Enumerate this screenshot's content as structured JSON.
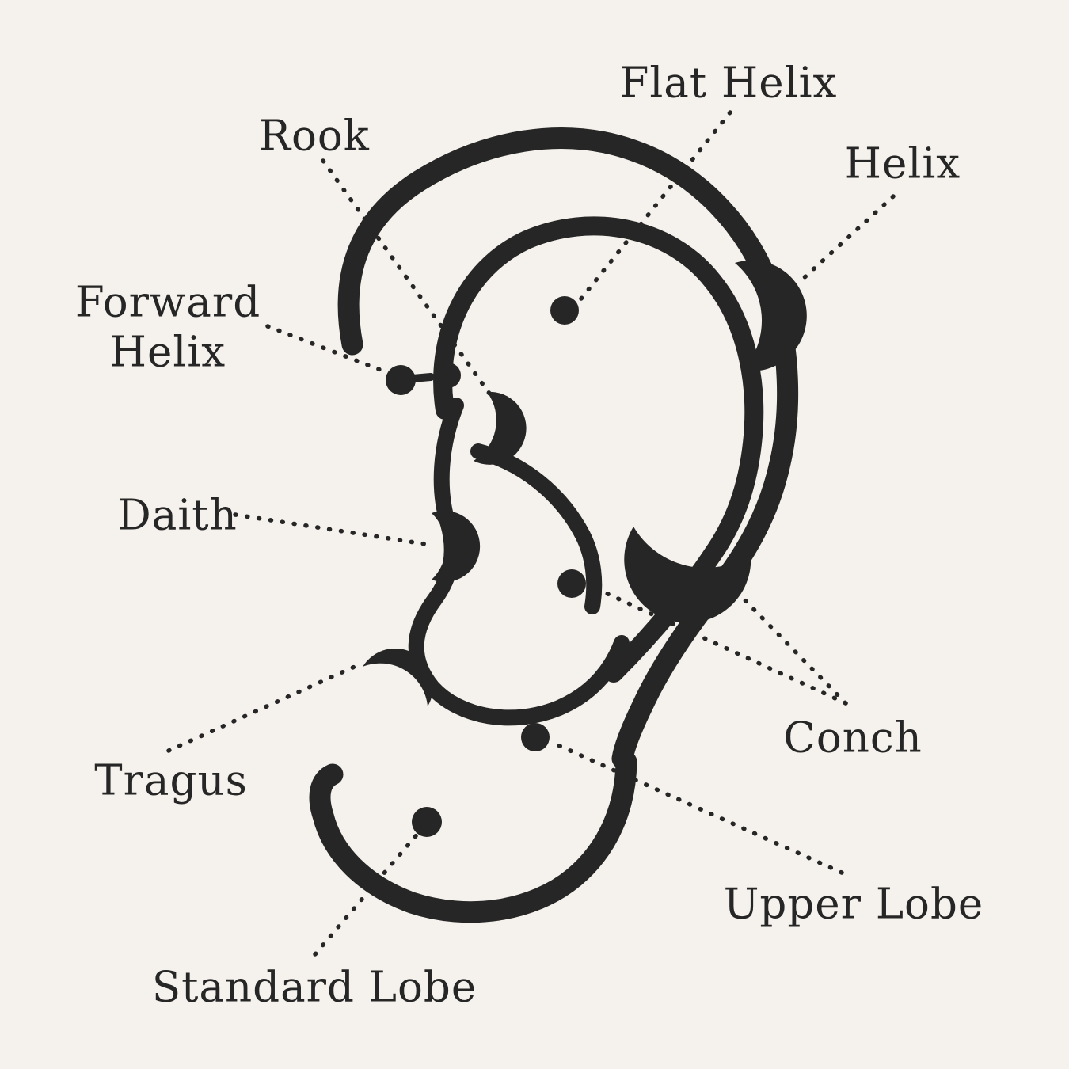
{
  "diagram": {
    "title": "Ear piercing placement diagram",
    "colors": {
      "background": "#f5f1ec",
      "ink": "#262626"
    },
    "labels": {
      "flat_helix": "Flat Helix",
      "rook": "Rook",
      "helix": "Helix",
      "forward_helix": "Forward Helix",
      "daith": "Daith",
      "tragus": "Tragus",
      "conch": "Conch",
      "upper_lobe": "Upper Lobe",
      "standard_lobe": "Standard Lobe"
    },
    "piercing_markers": [
      {
        "name": "flat-helix",
        "marker": "dot"
      },
      {
        "name": "forward-helix",
        "marker": "stud-with-ball"
      },
      {
        "name": "rook",
        "marker": "hoop-crescent"
      },
      {
        "name": "helix",
        "marker": "hoop-crescent"
      },
      {
        "name": "daith",
        "marker": "hoop-crescent"
      },
      {
        "name": "tragus",
        "marker": "hoop-crescent"
      },
      {
        "name": "conch",
        "marker": "dot-and-hoop"
      },
      {
        "name": "upper-lobe",
        "marker": "dot"
      },
      {
        "name": "standard-lobe",
        "marker": "dot"
      }
    ]
  }
}
